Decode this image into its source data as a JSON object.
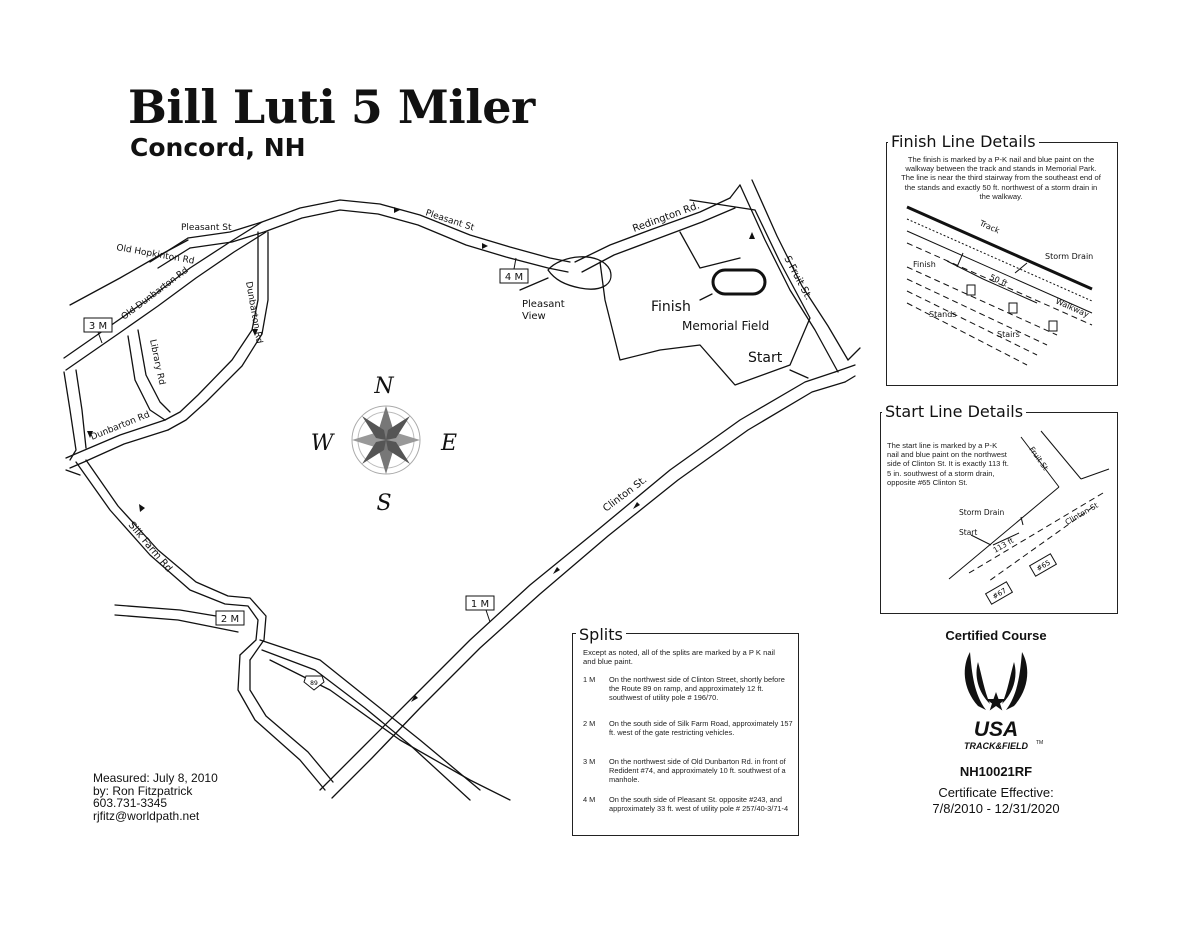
{
  "title": "Bill Luti 5 Miler",
  "subtitle": "Concord, NH",
  "streets": {
    "pleasant_st_west": "Pleasant St",
    "pleasant_st_east": "Pleasant St",
    "old_hopkinton": "Old Hopkinton Rd",
    "old_dunbarton": "Old Dunbarton Rd",
    "dunbarton": "Dunbarton Rd",
    "dunbarton_short": "Dunbarton Rd",
    "library": "Library Rd",
    "redington": "Redington Rd.",
    "s_fruit": "S Fruit St.",
    "clinton": "Clinton St.",
    "silk_farm": "Silk Farm Rd"
  },
  "places": {
    "pleasant_view": "Pleasant\nView",
    "finish": "Finish",
    "memorial_field": "Memorial Field",
    "start": "Start",
    "route_shield": "89"
  },
  "markers": [
    "1 M",
    "2 M",
    "3 M",
    "4 M"
  ],
  "compass": {
    "n": "N",
    "s": "S",
    "e": "E",
    "w": "W"
  },
  "finish_details": {
    "title": "Finish Line Details",
    "text": "The finish is marked by a P-K nail and blue paint on the walkway between the track and stands in Memorial Park. The line is near the third stairway from the southeast end of the stands and exactly 50 ft. northwest of a storm drain in the walkway.",
    "labels": {
      "track": "Track",
      "storm_drain": "Storm Drain",
      "finish": "Finish",
      "distance": "50 ft",
      "walkway": "Walkway",
      "stands": "Stands",
      "stairs": "Stairs"
    }
  },
  "start_details": {
    "title": "Start Line Details",
    "text": "The start line is marked by a P-K nail and blue paint on the northwest side of Clinton St. It is exactly 113 ft. 5 in. southwest of a storm drain, opposite #65 Clinton St.",
    "labels": {
      "fruit": "Fruit St",
      "storm_drain": "Storm Drain",
      "start": "Start",
      "distance": "113 ft",
      "clinton": "Clinton St",
      "h65": "#65",
      "h67": "#67"
    }
  },
  "splits": {
    "title": "Splits",
    "intro": "Except as noted, all of the splits are marked by a P K nail and blue paint.",
    "items": [
      {
        "mile": "1 M",
        "text": "On the northwest side of Clinton Street, shortly before the Route 89 on ramp, and approximately 12 ft. southwest of utility pole # 196/70."
      },
      {
        "mile": "2 M",
        "text": "On the south side of Silk Farm Road, approximately 157 ft. west of the gate restricting vehicles."
      },
      {
        "mile": "3 M",
        "text": "On the northwest side of Old Dunbarton Rd. in front of Redident #74, and approximately 10 ft. southwest of a manhole."
      },
      {
        "mile": "4 M",
        "text": "On the south side of Pleasant St. opposite #243, and approximately 33 ft. west of utility pole # 257/40-3/71-4"
      }
    ]
  },
  "measured": {
    "line1": "Measured: July 8, 2010",
    "line2": "by: Ron Fitzpatrick",
    "line3": "603.731-3345",
    "line4": "rjfitz@worldpath.net"
  },
  "certification": {
    "heading": "Certified Course",
    "logo_main": "USA",
    "logo_sub": "TRACK&FIELD",
    "logo_tm": "TM",
    "code": "NH10021RF",
    "effective_label": "Certificate Effective:",
    "effective_dates": "7/8/2010 - 12/31/2020"
  },
  "colors": {
    "ink": "#111111",
    "background": "#ffffff"
  },
  "icons": [
    "compass-rose-icon",
    "star-icon",
    "interstate-shield-icon"
  ]
}
